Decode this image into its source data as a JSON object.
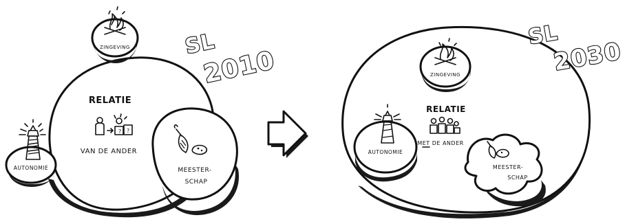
{
  "left_panel": {
    "title_line1": "SL",
    "title_line2": "2010",
    "center_heading": "RELATIE",
    "center_subheading": "VAN DE ANDER",
    "top_disc_label": "ZINGEVING",
    "left_disc_label": "AUTONOMIE",
    "right_disc_label_line1": "MEESTER-",
    "right_disc_label_line2": "SCHAP"
  },
  "right_panel": {
    "title_line1": "SL",
    "title_line2": "2030",
    "center_heading": "RELATIE",
    "center_subheading": "MET DE ANDER",
    "top_disc_label": "ZINGEVING",
    "left_disc_label": "AUTONOMIE",
    "right_blob_label_line1": "MEESTER-",
    "right_blob_label_line2": "SCHAP"
  },
  "transition": {
    "arrow_icon": "right-arrow-icon"
  },
  "icons": {
    "campfire": "campfire-icon",
    "lighthouse": "lighthouse-icon",
    "trowel": "trowel-icon",
    "people": "people-icon"
  }
}
